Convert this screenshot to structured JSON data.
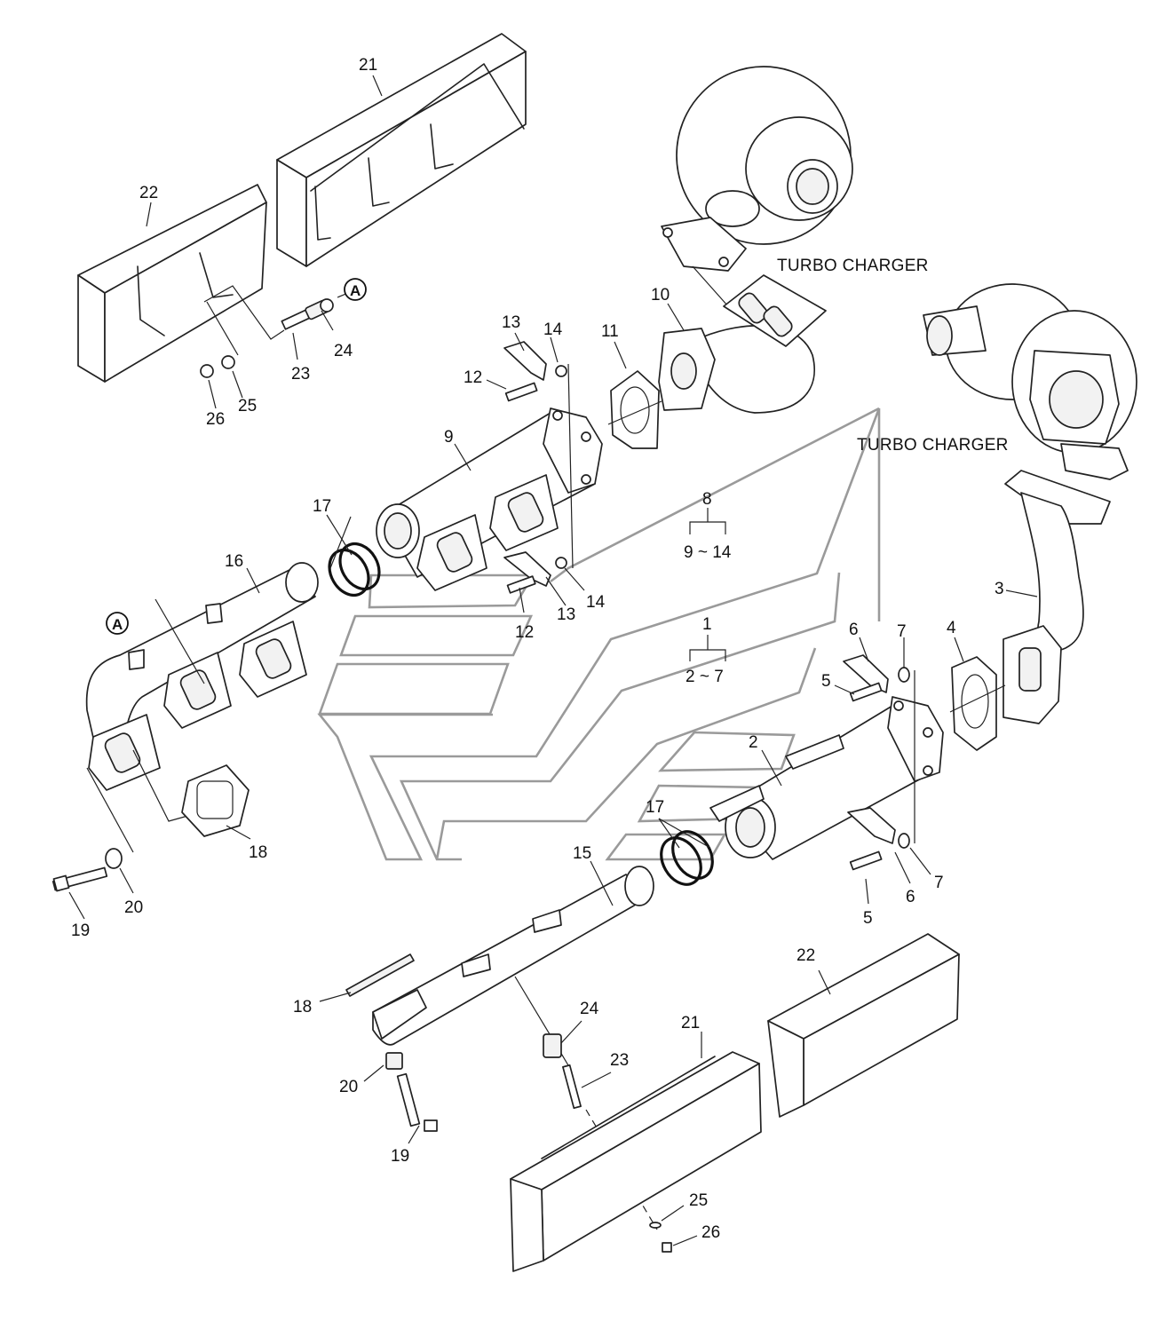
{
  "callouts": [
    {
      "id": "c21a",
      "text": "21"
    },
    {
      "id": "c22a",
      "text": "22"
    },
    {
      "id": "cAa",
      "text": "A"
    },
    {
      "id": "c24a",
      "text": "24"
    },
    {
      "id": "c23a",
      "text": "23"
    },
    {
      "id": "c26a",
      "text": "26"
    },
    {
      "id": "c25a",
      "text": "25"
    },
    {
      "id": "c13a",
      "text": "13"
    },
    {
      "id": "c14a",
      "text": "14"
    },
    {
      "id": "c12a",
      "text": "12"
    },
    {
      "id": "c11",
      "text": "11"
    },
    {
      "id": "c10",
      "text": "10"
    },
    {
      "id": "c9",
      "text": "9"
    },
    {
      "id": "c17a",
      "text": "17"
    },
    {
      "id": "c16",
      "text": "16"
    },
    {
      "id": "c14b",
      "text": "14"
    },
    {
      "id": "c13b",
      "text": "13"
    },
    {
      "id": "c12b",
      "text": "12"
    },
    {
      "id": "cAb",
      "text": "A"
    },
    {
      "id": "c8",
      "text": "8"
    },
    {
      "id": "c8r",
      "text": "9 ~ 14"
    },
    {
      "id": "c1",
      "text": "1"
    },
    {
      "id": "c1r",
      "text": "2 ~ 7"
    },
    {
      "id": "c3",
      "text": "3"
    },
    {
      "id": "c4",
      "text": "4"
    },
    {
      "id": "c6a",
      "text": "6"
    },
    {
      "id": "c7a",
      "text": "7"
    },
    {
      "id": "c5a",
      "text": "5"
    },
    {
      "id": "c2",
      "text": "2"
    },
    {
      "id": "c18a",
      "text": "18"
    },
    {
      "id": "c17b",
      "text": "17"
    },
    {
      "id": "c15",
      "text": "15"
    },
    {
      "id": "c20a",
      "text": "20"
    },
    {
      "id": "c19a",
      "text": "19"
    },
    {
      "id": "c7b",
      "text": "7"
    },
    {
      "id": "c6b",
      "text": "6"
    },
    {
      "id": "c5b",
      "text": "5"
    },
    {
      "id": "c22b",
      "text": "22"
    },
    {
      "id": "c18b",
      "text": "18"
    },
    {
      "id": "c24b",
      "text": "24"
    },
    {
      "id": "c21b",
      "text": "21"
    },
    {
      "id": "c23b",
      "text": "23"
    },
    {
      "id": "c20b",
      "text": "20"
    },
    {
      "id": "c19b",
      "text": "19"
    },
    {
      "id": "c25b",
      "text": "25"
    },
    {
      "id": "c26b",
      "text": "26"
    }
  ],
  "notes": {
    "turbo_top": "TURBO CHARGER",
    "turbo_right": "TURBO CHARGER"
  }
}
